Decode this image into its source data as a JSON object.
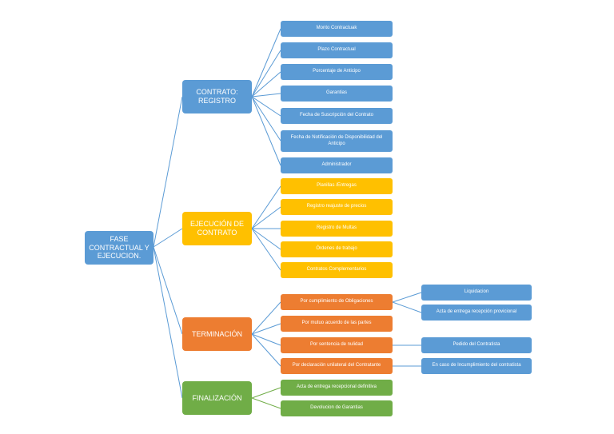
{
  "root": {
    "label": "FASE\nCONTRACTUAL Y\nEJECUCION."
  },
  "colors": {
    "blue": "#5b9bd5",
    "yellow": "#ffc000",
    "orange": "#ed7d31",
    "green": "#70ad47"
  },
  "branches": [
    {
      "label": "CONTRATO:\nREGISTRO",
      "color": "blue",
      "items": [
        {
          "label": "Monto Contractuak"
        },
        {
          "label": "Plazo Contractual"
        },
        {
          "label": "Porcentaje de Anticipo"
        },
        {
          "label": "Garantias"
        },
        {
          "label": "Fecha de Suscripción del Contrato"
        },
        {
          "label": "Fecha de Notificación de Disponibilidad del Anticipo"
        },
        {
          "label": "Administrador"
        }
      ]
    },
    {
      "label": "EJECUCIÓN DE\nCONTRATO",
      "color": "yellow",
      "items": [
        {
          "label": "Planillas /Entregas"
        },
        {
          "label": "Registro reajuste de precios"
        },
        {
          "label": "Registro de Multas"
        },
        {
          "label": "Órdenes de trabajo"
        },
        {
          "label": "Contratos Complementarios"
        }
      ]
    },
    {
      "label": "TERMINACIÓN",
      "color": "orange",
      "items": [
        {
          "label": "Por cumplimiento de Obligaciones",
          "sub": [
            "Liquidacion",
            "Acta de entrega recepción provicional"
          ]
        },
        {
          "label": "Por mutuo acuerdo de las partes"
        },
        {
          "label": "Por sentencia de nulidad",
          "sub": [
            "Pedido del Contratista"
          ]
        },
        {
          "label": "Por declaración  unilateral del Contratante",
          "sub": [
            "En caso de Incumplimiento del contratista"
          ]
        }
      ]
    },
    {
      "label": "FINALIZACIÓN",
      "color": "green",
      "items": [
        {
          "label": "Acta de entrega recepcional definitiva"
        },
        {
          "label": "Devolucion de Garantias"
        }
      ]
    }
  ]
}
